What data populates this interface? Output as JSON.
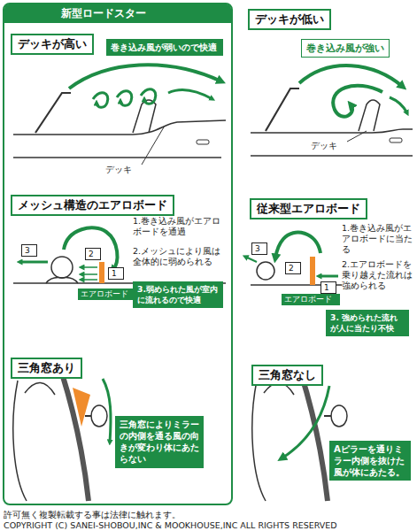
{
  "diagram": {
    "nodes": [
      {
        "text": [
          "新型ロードスター"
        ]
      },
      {
        "text": [
          "デッキが高い"
        ],
        "in": 0
      },
      {
        "text": [
          "巻き込み風が弱いので快適"
        ],
        "in": 0
      },
      {
        "text": [
          "デッキが低い"
        ]
      },
      {
        "text": [
          "巻き込み風が強い"
        ]
      },
      {
        "text": [
          "メッシュ構造のエアロボード"
        ],
        "in": 0
      },
      {
        "text": [
          "2"
        ],
        "in": 0
      },
      {
        "text": [
          "3"
        ],
        "in": 0
      },
      {
        "text": [
          "1"
        ],
        "in": 0
      },
      {
        "text": [
          "エアロボード"
        ],
        "in": 0
      },
      {
        "text": [
          "3.弱められた風が室内に流れるので快適"
        ],
        "in": 0
      },
      {
        "text": [
          "従来型エアロボード"
        ]
      },
      {
        "text": [
          "3"
        ]
      },
      {
        "text": [
          "2"
        ]
      },
      {
        "text": [
          "1"
        ]
      },
      {
        "text": [
          "エアロボード"
        ]
      },
      {
        "text": [
          "3. 強められた流れが人に当たり不快"
        ]
      },
      {
        "text": [
          "三角窓あり"
        ],
        "in": 0
      },
      {
        "text": [
          "三角窓によりミラーの内側を通る風の向きが変わり体にあたらない"
        ],
        "in": 0
      },
      {
        "text": [
          "三角窓なし"
        ]
      },
      {
        "text": [
          "Aピラーを通りミラー内側を抜けた風が体にあたる。"
        ]
      }
    ],
    "labels": [
      "デッキ",
      "デッキ",
      "1.巻き込み風がエアロボードを通過",
      "2.メッシュにより風は全体的に弱められる",
      "1.巻き込み風がエアロボードに当たる",
      "2.エアロボードを乗り越えた流れは強められる",
      "許可無く複製転載する事は法律に触れます。",
      "COPYRIGHT (C) SANEI-SHOBOU,INC & MOOKHOUSE,INC ALL RIGHTS RESERVED"
    ]
  }
}
